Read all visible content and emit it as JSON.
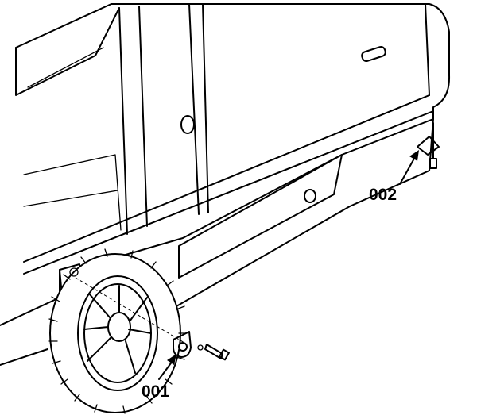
{
  "figure": {
    "callouts": [
      {
        "id": "001",
        "label": "001"
      },
      {
        "id": "002",
        "label": "002"
      }
    ]
  }
}
